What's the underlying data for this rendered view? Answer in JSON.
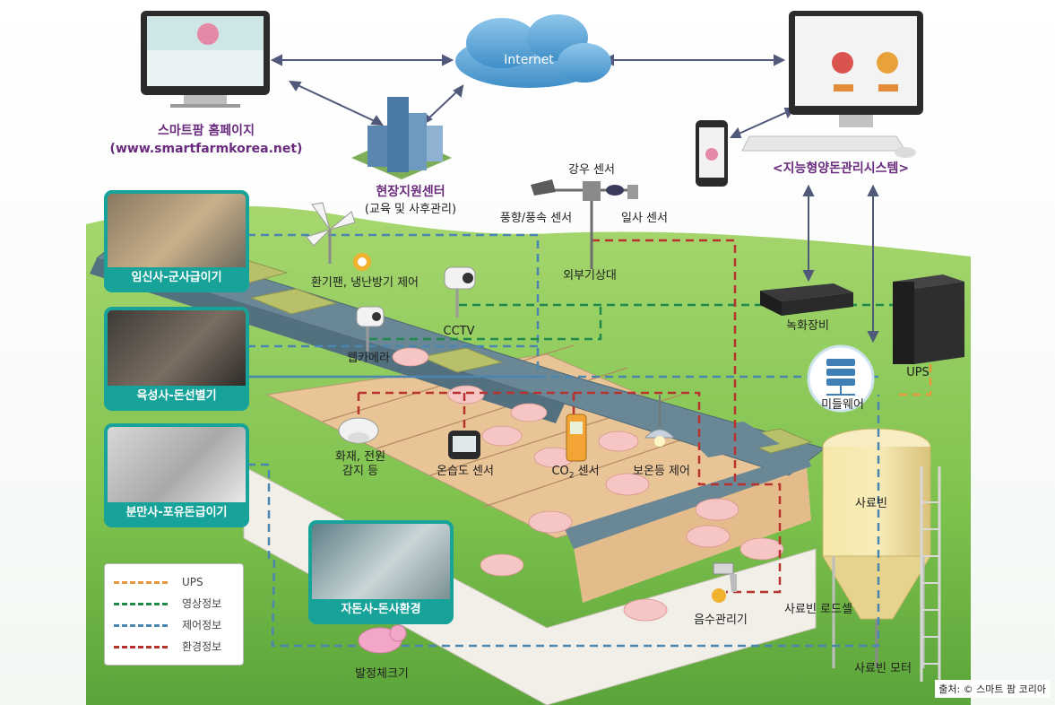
{
  "network": {
    "internet": "Internet",
    "homepage_title": "스마트팜 홈페이지",
    "homepage_url": "(www.smartfarmkorea.net)",
    "support_center": "현장지원센터",
    "support_center_sub": "(교육 및 사후관리)",
    "system_title": "<지능형양돈관리시스템>"
  },
  "weather": {
    "rain": "강우 센서",
    "wind": "풍향/풍속 센서",
    "solar": "일사 센서",
    "station": "외부기상대"
  },
  "equipment": {
    "fan": "환기팬, 냉난방기 제어",
    "cctv": "CCTV",
    "webcam": "웹카메라",
    "recorder": "녹화장비",
    "ups": "UPS",
    "middleware": "미들웨어",
    "fire_1": "화재, 전원",
    "fire_2": "감지 등",
    "temp_humidity": "온습도 센서",
    "co2": "CO",
    "co2_sub": "2",
    "co2_rest": " 센서",
    "heat_lamp": "보온등 제어",
    "feed_bin": "사료빈",
    "water": "음수관리기",
    "load_cell": "사료빈 로드셀",
    "feed_motor": "사료빈 모터",
    "heat_detector": "발정체크기"
  },
  "barns": [
    {
      "label": "임신사-군사급이기"
    },
    {
      "label": "육성사-돈선별기"
    },
    {
      "label": "분만사-포유돈급이기"
    },
    {
      "label": "자돈사-돈사환경"
    }
  ],
  "legend": [
    {
      "label": "UPS",
      "color": "#e8963a"
    },
    {
      "label": "영상정보",
      "color": "#1f8a4c"
    },
    {
      "label": "제어정보",
      "color": "#4a86b0"
    },
    {
      "label": "환경정보",
      "color": "#b8322e"
    }
  ],
  "source": "출처: © 스마트 팜 코리아",
  "colors": {
    "teal": "#17a39a",
    "purple": "#6a2a7e",
    "grass": "#7ec24e",
    "roof": "#6a8796",
    "floor": "#e9c497"
  }
}
